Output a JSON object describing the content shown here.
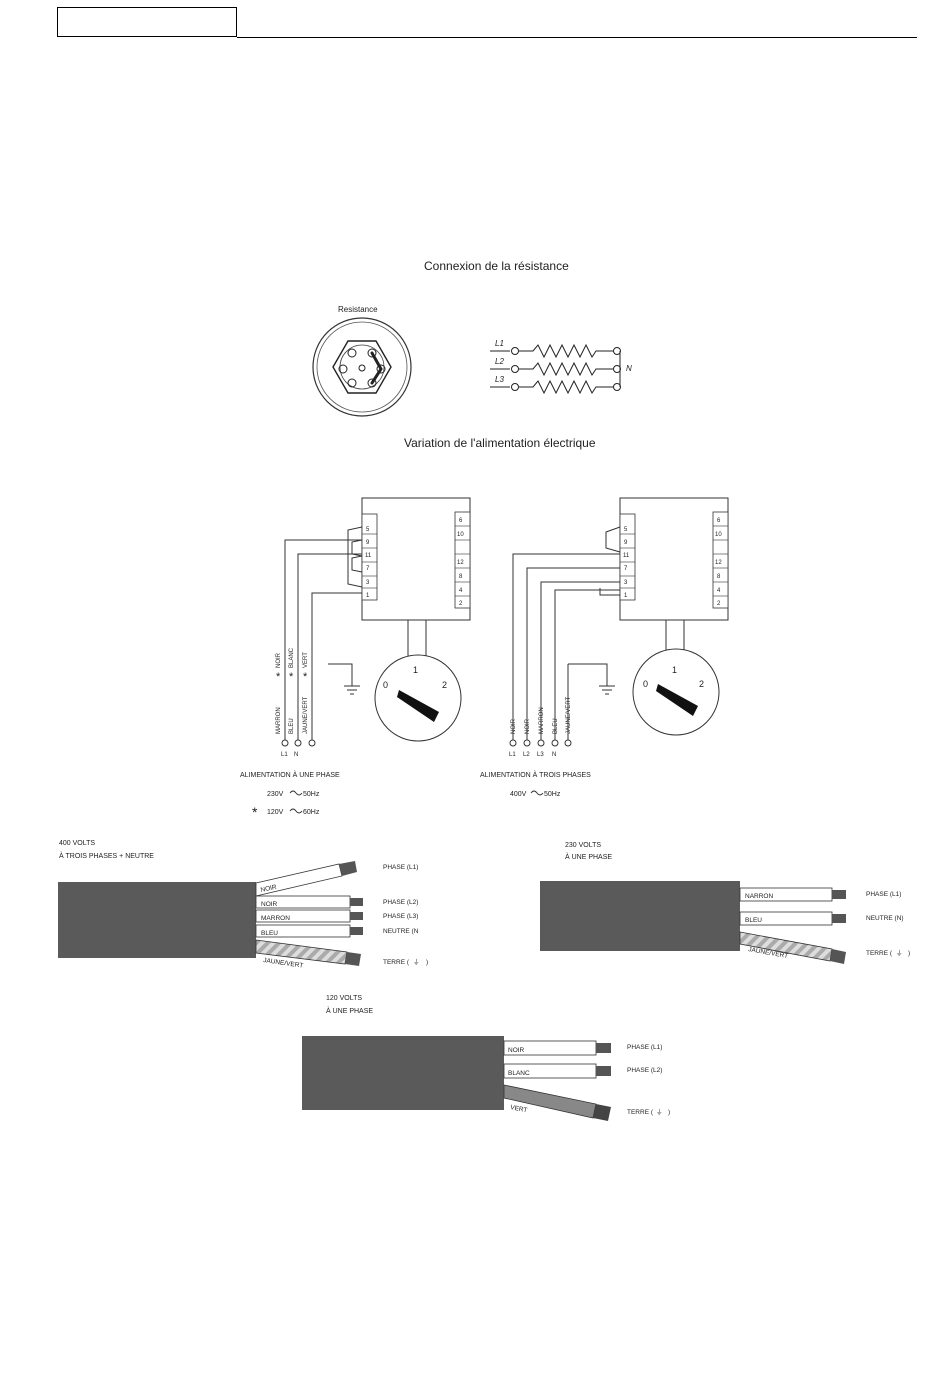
{
  "titles": {
    "resistance_connection": "Connexion de la résistance",
    "power_variation": "Variation de l'alimentation électrique"
  },
  "resistance": {
    "label": "Resistance",
    "lines": [
      "L1",
      "L2",
      "L3"
    ],
    "neutral": "N"
  },
  "single_phase": {
    "terminals": [
      "5",
      "9",
      "11",
      "7",
      "3",
      "1"
    ],
    "right_terminals": [
      "6",
      "10",
      "12",
      "8",
      "4",
      "2"
    ],
    "star_wires": [
      "NOIR",
      "BLANC",
      "VERT"
    ],
    "wires": [
      "MARRON",
      "BLEU",
      "JAUNE/VERT"
    ],
    "term_labels": [
      "L1",
      "N"
    ],
    "caption": "ALIMENTATION À UNE PHASE",
    "voltage1": "230V",
    "freq1": "50Hz",
    "star": "*",
    "voltage2": "120V",
    "freq2": "60Hz",
    "dial": [
      "0",
      "1",
      "2"
    ]
  },
  "three_phase": {
    "terminals": [
      "5",
      "9",
      "11",
      "7",
      "3",
      "1"
    ],
    "right_terminals": [
      "6",
      "10",
      "12",
      "8",
      "4",
      "2"
    ],
    "wires": [
      "NOIR",
      "NOIR",
      "MARRON",
      "BLEU",
      "JAUNE/VERT"
    ],
    "term_labels": [
      "L1",
      "L2",
      "L3",
      "N"
    ],
    "caption": "ALIMENTATION À TROIS PHASES",
    "voltage": "400V",
    "freq": "50Hz",
    "dial": [
      "0",
      "1",
      "2"
    ]
  },
  "cable_400": {
    "title1": "400 VOLTS",
    "title2": "À TROIS PHASES + NEUTRE",
    "wires": [
      "NOIR",
      "NOIR",
      "MARRON",
      "BLEU",
      "JAUNE/VERT"
    ],
    "labels": [
      "PHASE (L1)",
      "PHASE (L2)",
      "PHASE (L3)",
      "NEUTRE (N",
      "TERRE ("
    ]
  },
  "cable_230": {
    "title1": "230 VOLTS",
    "title2": "À UNE PHASE",
    "wires": [
      "NARRON",
      "BLEU",
      "JAUNE/VERT"
    ],
    "labels": [
      "PHASE (L1)",
      "NEUTRE (N)",
      "TERRE ("
    ]
  },
  "cable_120": {
    "title1": "120 VOLTS",
    "title2": "À UNE PHASE",
    "wires": [
      "NOIR",
      "BLANC",
      "VERT"
    ],
    "labels": [
      "PHASE (L1)",
      "PHASE (L2)",
      "TERRE ("
    ]
  },
  "earth_symbol": "⏚",
  "close_paren": ")"
}
